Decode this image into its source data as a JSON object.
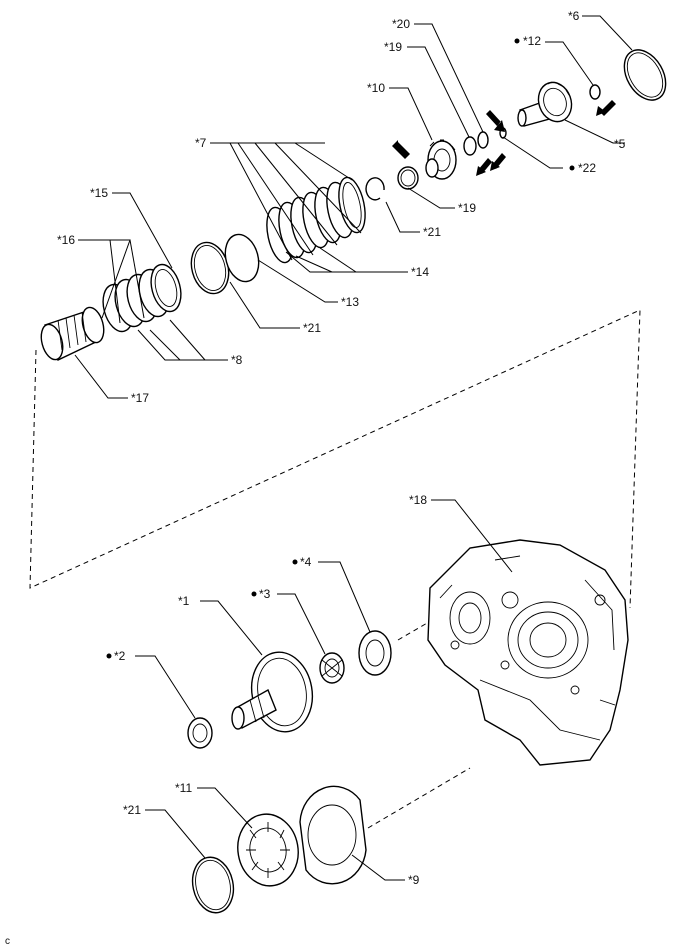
{
  "labels": {
    "l20": "*20",
    "l6": "*6",
    "l19a": "*19",
    "l12": "*12",
    "l10": "*10",
    "l5": "*5",
    "l22": "*22",
    "l7": "*7",
    "l19b": "*19",
    "l15": "*15",
    "l21a": "*21",
    "l16": "*16",
    "l14": "*14",
    "l13": "*13",
    "l21b": "*21",
    "l8": "*8",
    "l17": "*17",
    "l18": "*18",
    "l4": "*4",
    "l1": "*1",
    "l3": "*3",
    "l2": "*2",
    "l11": "*11",
    "l21c": "*21",
    "l9": "*9"
  },
  "corner_mark": "c"
}
